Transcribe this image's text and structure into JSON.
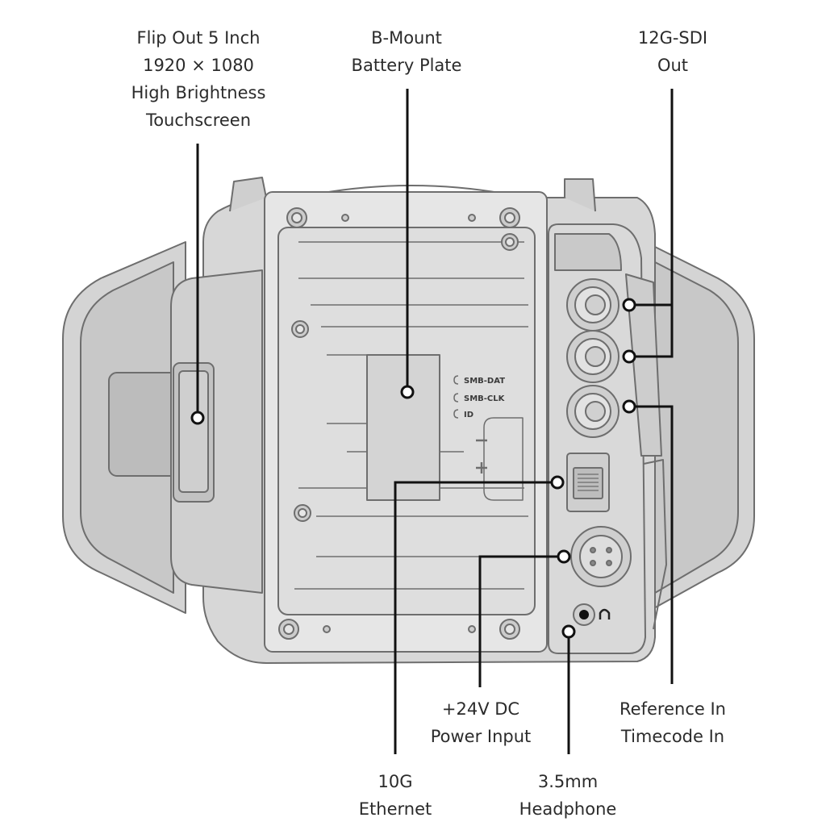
{
  "callouts": {
    "touchscreen": {
      "lines": [
        "Flip Out 5 Inch",
        "1920 × 1080",
        "High Brightness",
        "Touchscreen"
      ]
    },
    "battery_plate": {
      "lines": [
        "B-Mount",
        "Battery Plate"
      ]
    },
    "sdi_out": {
      "lines": [
        "12G-SDI",
        "Out"
      ]
    },
    "dc_power": {
      "lines": [
        "+24V DC",
        "Power Input"
      ]
    },
    "reference_timecode": {
      "lines": [
        "Reference In",
        "Timecode In"
      ]
    },
    "ethernet": {
      "lines": [
        "10G",
        "Ethernet"
      ]
    },
    "headphone": {
      "lines": [
        "3.5mm",
        "Headphone"
      ]
    }
  },
  "battery_pins": {
    "smb_dat": "SMB-DAT",
    "smb_clk": "SMB-CLK",
    "id": "ID"
  },
  "icons": {
    "headphone": "headphone-icon"
  },
  "colors": {
    "outline": "#6e6e6e",
    "body_fill": "#d4d4d4",
    "body_dark": "#c3c3c3",
    "plate_fill": "#e6e6e6",
    "leader": "#111111"
  }
}
